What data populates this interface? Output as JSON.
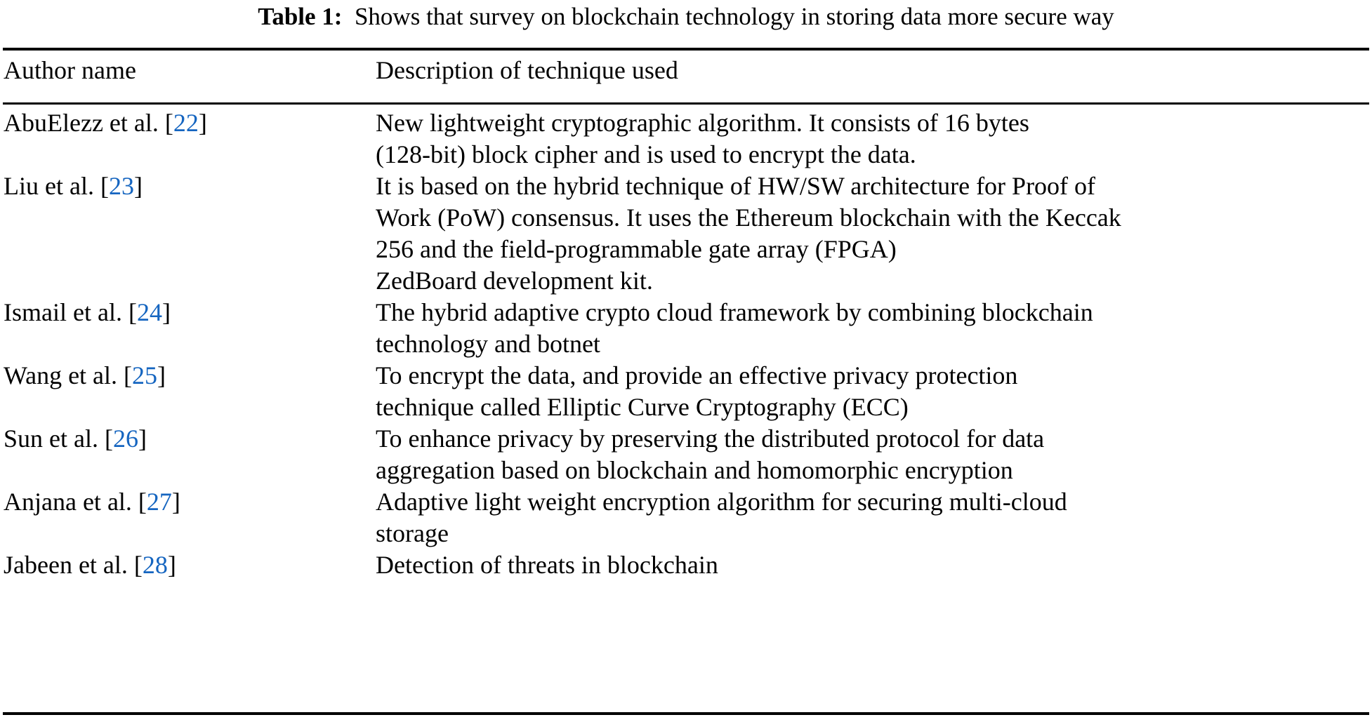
{
  "caption": {
    "label": "Table 1:",
    "text": "Shows that survey on blockchain technology in storing data more secure way"
  },
  "colors": {
    "citation_link": "#1565C0",
    "text": "#000000",
    "rule": "#000000",
    "background": "#FFFFFF"
  },
  "table": {
    "headers": {
      "author": "Author name",
      "description": "Description of technique used"
    },
    "rows": [
      {
        "author_name": "AbuElezz et al.",
        "citation": "22",
        "description_lines": [
          "New lightweight cryptographic algorithm. It consists of 16 bytes",
          "(128-bit) block cipher and is used to encrypt the data."
        ]
      },
      {
        "author_name": "Liu et al.",
        "citation": "23",
        "description_lines": [
          "It is based on the hybrid technique of HW/SW architecture for Proof of",
          "Work (PoW) consensus. It uses the Ethereum blockchain with the Keccak",
          "256 and the field-programmable gate array (FPGA)",
          "ZedBoard development kit."
        ]
      },
      {
        "author_name": "Ismail et al.",
        "citation": "24",
        "description_lines": [
          "The hybrid adaptive crypto cloud framework by combining blockchain",
          "technology and botnet"
        ]
      },
      {
        "author_name": "Wang et al.",
        "citation": "25",
        "description_lines": [
          "To encrypt the data, and provide an effective privacy protection",
          "technique called Elliptic Curve Cryptography (ECC)"
        ]
      },
      {
        "author_name": "Sun et al.",
        "citation": "26",
        "description_lines": [
          "To enhance privacy by preserving the distributed protocol for data",
          "aggregation based on blockchain and homomorphic encryption"
        ]
      },
      {
        "author_name": "Anjana et al.",
        "citation": "27",
        "description_lines": [
          "Adaptive light weight encryption algorithm for securing multi-cloud",
          "storage"
        ]
      },
      {
        "author_name": "Jabeen et al.",
        "citation": "28",
        "description_lines": [
          "Detection of threats in blockchain"
        ]
      }
    ]
  }
}
